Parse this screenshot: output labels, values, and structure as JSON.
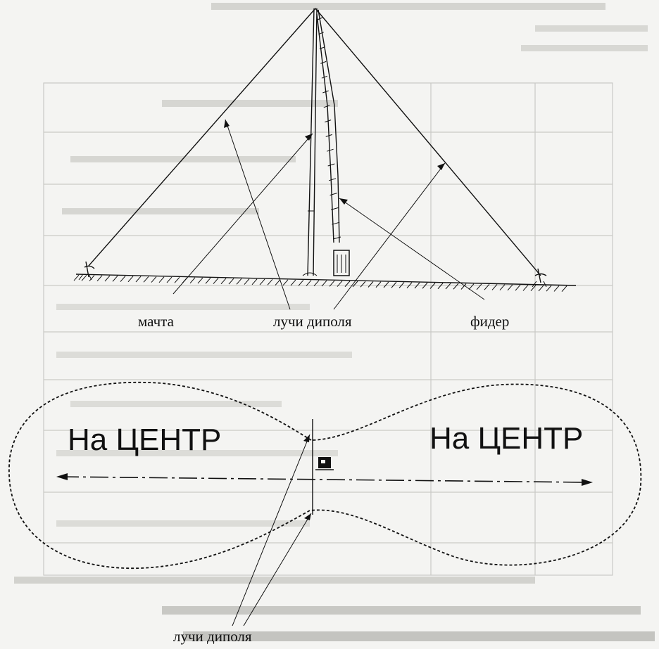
{
  "labels": {
    "mast": "мачта",
    "dipole_rays_top": "лучи диполя",
    "feeder": "фидер",
    "to_center_left": "На ЦЕНТР",
    "to_center_right": "На ЦЕНТР",
    "dipole_rays_bottom": "лучи диполя"
  }
}
